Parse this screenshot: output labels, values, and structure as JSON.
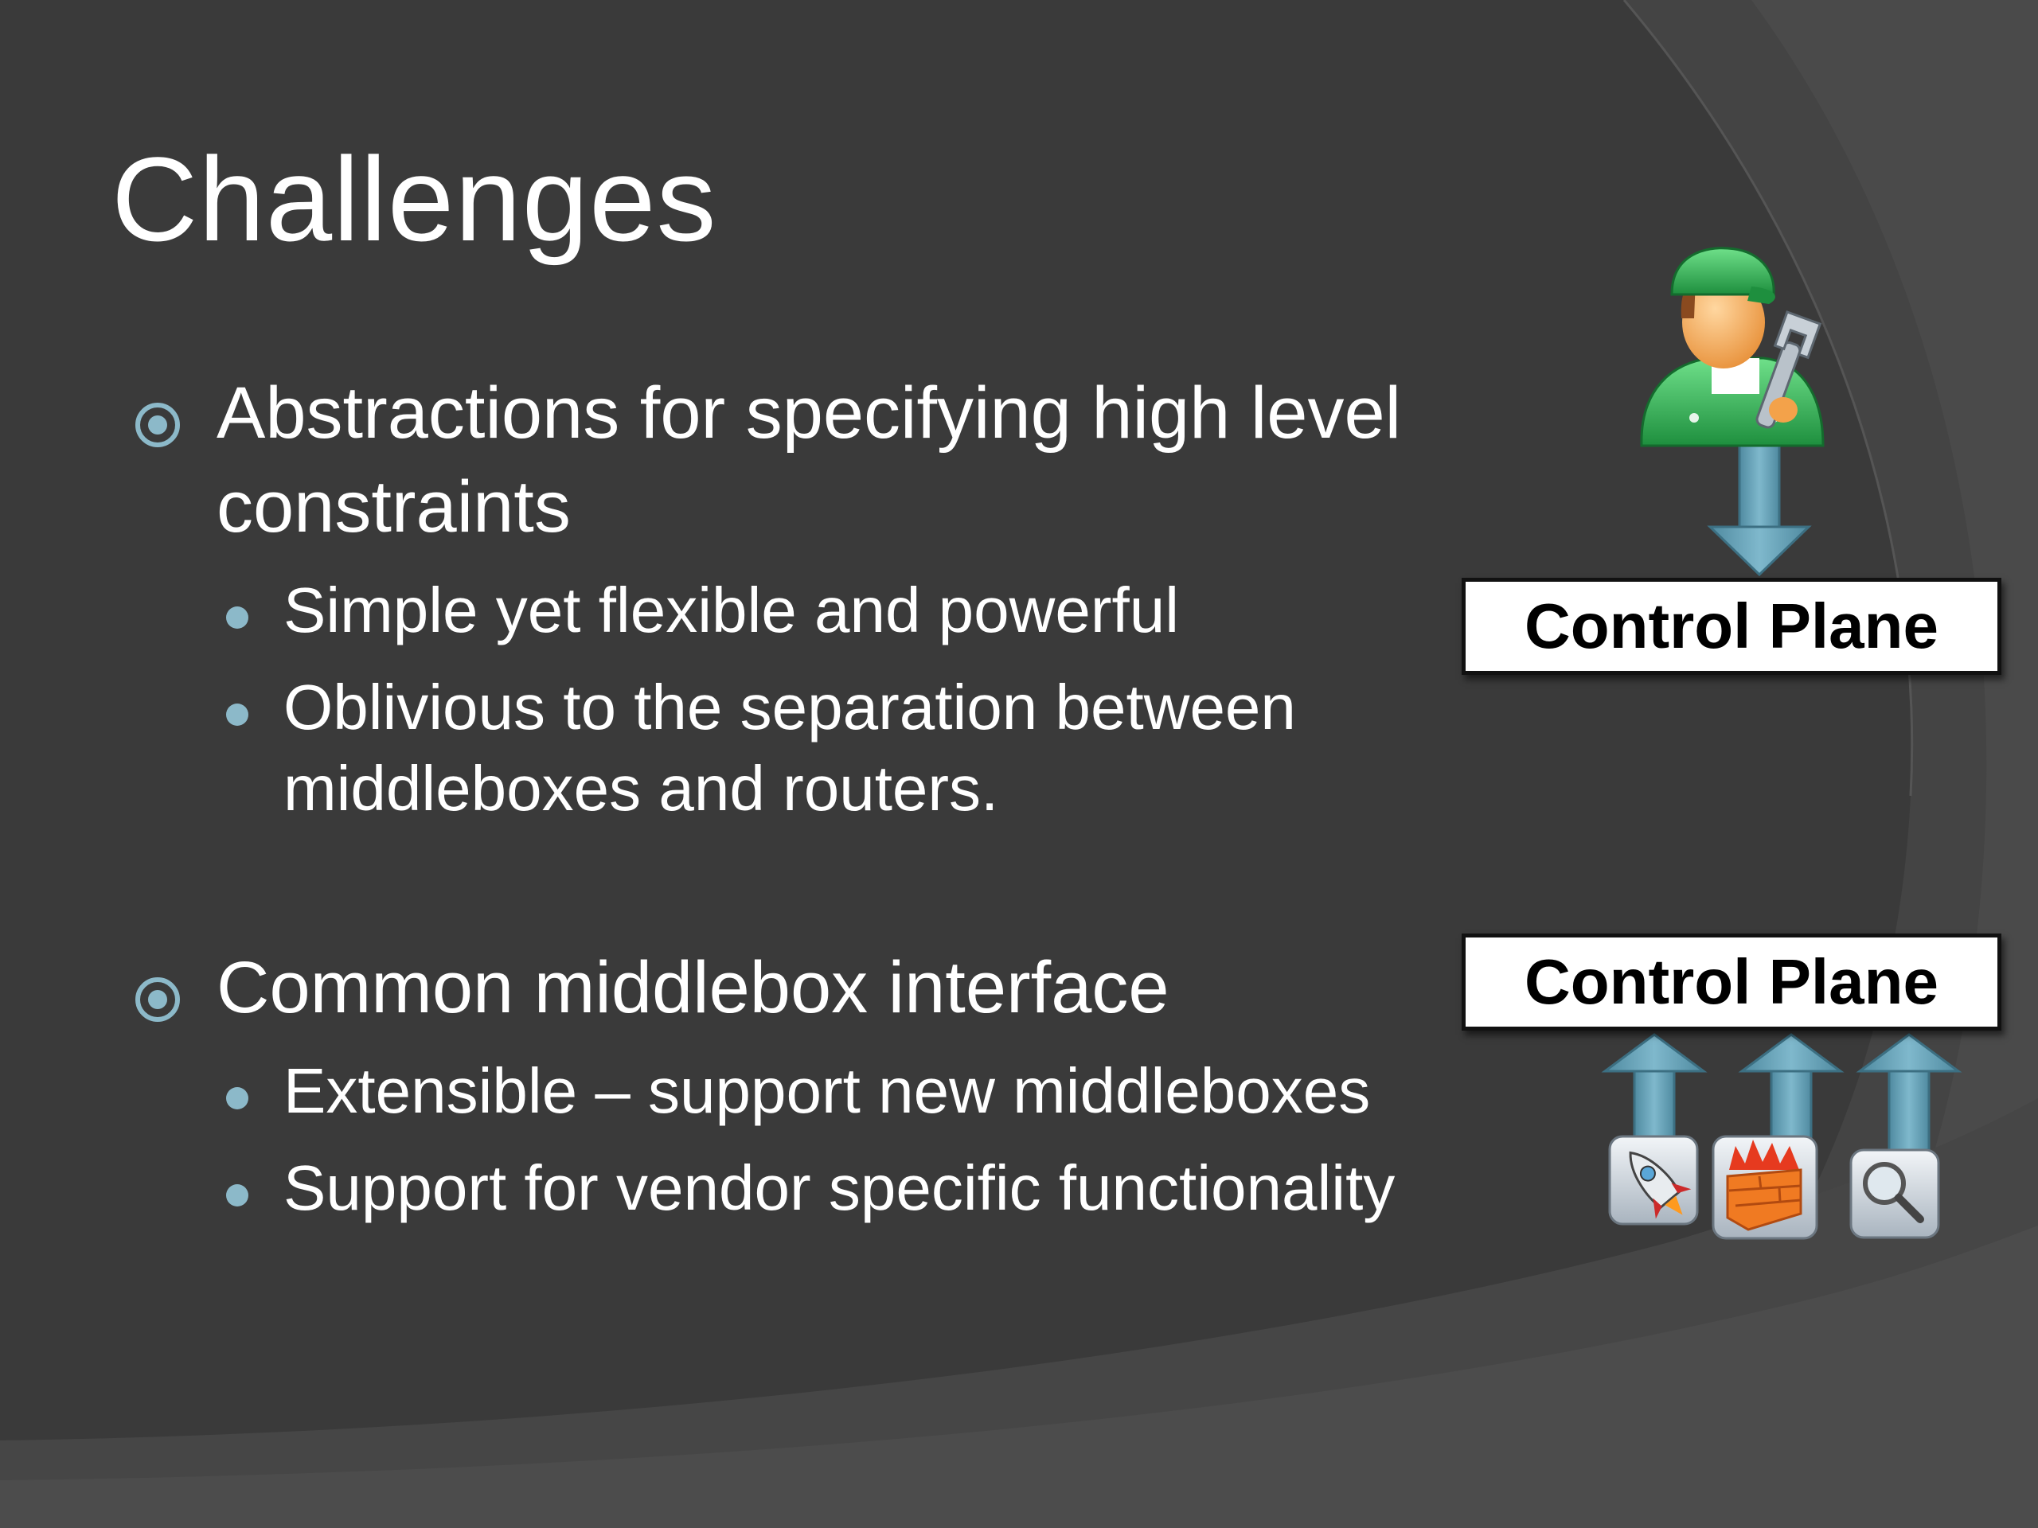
{
  "slide": {
    "title": "Challenges",
    "bullets": [
      {
        "text": "Abstractions for specifying high level constraints",
        "sub": [
          "Simple yet flexible and powerful",
          "Oblivious to the separation between middleboxes and routers."
        ]
      },
      {
        "text": "Common middlebox interface",
        "sub": [
          "Extensible – support new middleboxes",
          "Support for vendor specific functionality"
        ]
      }
    ]
  },
  "diagram": {
    "top_box_label": "Control Plane",
    "bottom_box_label": "Control Plane",
    "operator_icon": "network-admin-icon",
    "middlebox_icons": [
      "rocket-accelerator-icon",
      "firewall-icon",
      "magnifier-inspection-icon"
    ]
  },
  "colors": {
    "background": "#3a3a3a",
    "arc_band": "#474747",
    "bullet_accent": "#8cb9c9",
    "arrow": "#6fa9bd"
  }
}
